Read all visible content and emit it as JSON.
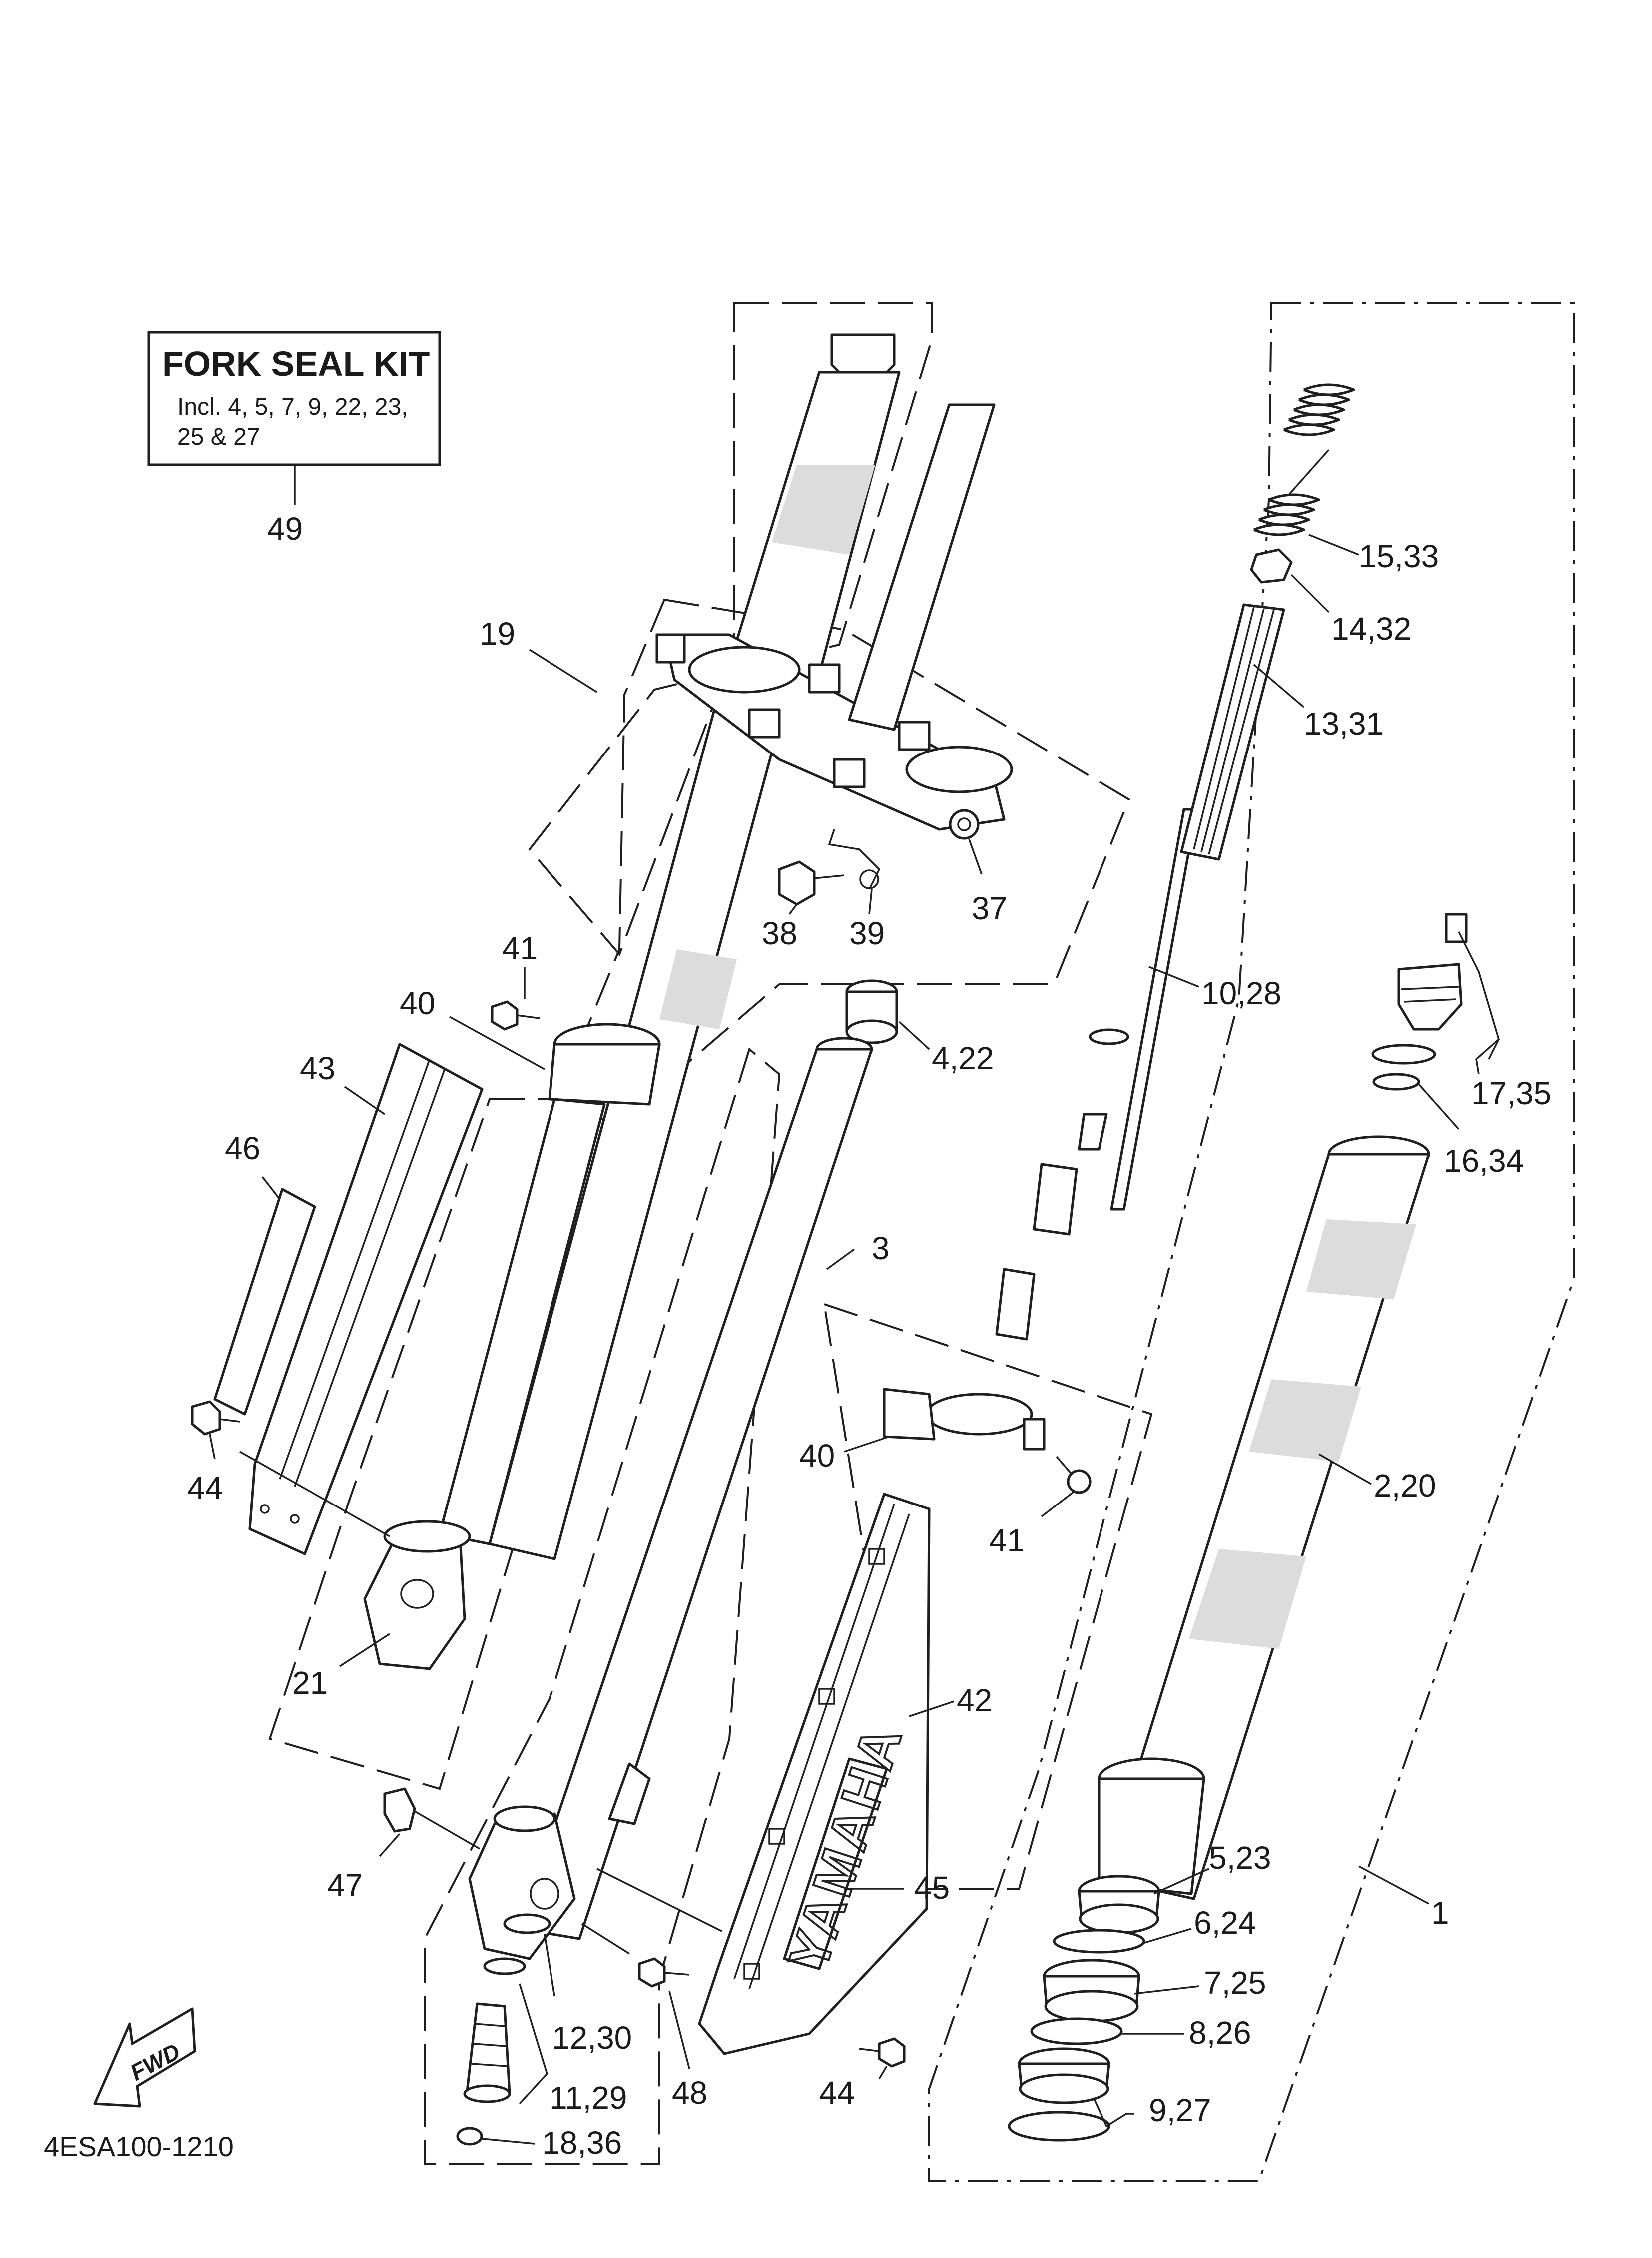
{
  "kit": {
    "title": "FORK SEAL KIT",
    "line1": "Incl. 4, 5, 7, 9, 22, 23,",
    "line2": "25 & 27",
    "ref": "49"
  },
  "callouts": {
    "c15_33": "15,33",
    "c14_32": "14,32",
    "c13_31": "13,31",
    "c19": "19",
    "c37": "37",
    "c38": "38",
    "c39": "39",
    "c10_28": "10,28",
    "c41_top": "41",
    "c40_top": "40",
    "c4_22": "4,22",
    "c17_35": "17,35",
    "c16_34": "16,34",
    "c43": "43",
    "c46": "46",
    "c3": "3",
    "c40_bottom": "40",
    "c41_bottom": "41",
    "c2_20": "2,20",
    "c44_left": "44",
    "c21": "21",
    "c42": "42",
    "c5_23": "5,23",
    "c1": "1",
    "c6_24": "6,24",
    "c47": "47",
    "c45": "45",
    "c7_25": "7,25",
    "c8_26": "8,26",
    "c12_30": "12,30",
    "c9_27": "9,27",
    "c11_29": "11,29",
    "c48": "48",
    "c44_right": "44",
    "c18_36": "18,36"
  },
  "guard_logo": "YAMAHA",
  "fwd_label": "FWD",
  "diagram_code": "4ESA100-1210"
}
